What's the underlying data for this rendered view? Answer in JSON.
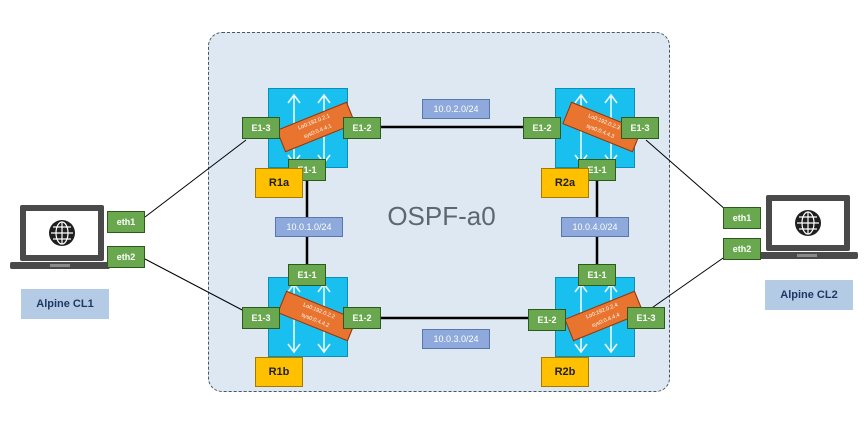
{
  "area": {
    "label": "OSPF-a0"
  },
  "routers": [
    {
      "id": "r1a",
      "name": "R1a",
      "ip_lines": [
        "Lo0:192.0.2.1",
        "sys0:0.4.4.1"
      ],
      "ports": [
        "E1-3",
        "E1-2",
        "E1-1"
      ]
    },
    {
      "id": "r2a",
      "name": "R2a",
      "ip_lines": [
        "Lo0:192.0.2.3",
        "sys0:0.4.4.3"
      ],
      "ports": [
        "E1-2",
        "E1-3",
        "E1-1"
      ]
    },
    {
      "id": "r1b",
      "name": "R1b",
      "ip_lines": [
        "Lo0:192.0.2.2",
        "sys0:0.4.4.2"
      ],
      "ports": [
        "E1-1",
        "E1-3",
        "E1-2"
      ]
    },
    {
      "id": "r2b",
      "name": "R2b",
      "ip_lines": [
        "Lo0:192.0.2.4",
        "sys0:0.4.4.4"
      ],
      "ports": [
        "E1-1",
        "E1-2",
        "E1-3"
      ]
    }
  ],
  "subnets": {
    "top": "10.0.2.0/24",
    "left": "10.0.1.0/24",
    "right": "10.0.4.0/24",
    "bottom": "10.0.3.0/24"
  },
  "clients": [
    {
      "id": "cl1",
      "name": "Alpine CL1",
      "ports": [
        "eth1",
        "eth2"
      ]
    },
    {
      "id": "cl2",
      "name": "Alpine CL2",
      "ports": [
        "eth1",
        "eth2"
      ]
    }
  ],
  "colors": {
    "router": "#19c0ef",
    "port": "#6aa84f",
    "ip_badge": "#e8742f",
    "router_name": "#ffc000",
    "subnet": "#8ea9db",
    "area": "#dde8f3",
    "client_label": "#b4cbe6"
  }
}
